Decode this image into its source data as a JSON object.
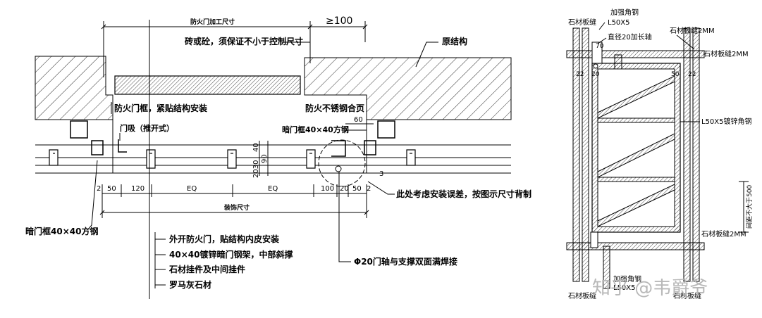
{
  "left_plan": {
    "top_labels": {
      "fire_door_size": "防火门加工尺寸",
      "min_100": "≥100",
      "masonry_note": "砖或砼，须保证不小于控制尺寸",
      "original_structure": "原结构"
    },
    "mid_labels": {
      "door_frame_note": "防火门框，紧贴结构安装",
      "stainless_hinge": "防火不锈钢合页",
      "door_stop": "门吸（推开式）",
      "concealed_frame_right": "暗门框40×40方钢",
      "dim_60": "60",
      "dim_3": "3"
    },
    "vertical_dims": [
      "2030",
      "40",
      "90"
    ],
    "bottom_dims": [
      "2",
      "50",
      "120",
      "EQ",
      "EQ",
      "100",
      "20",
      "50",
      "2"
    ],
    "overall_dim": "装饰尺寸",
    "tolerance_note": "此处考虑安装误差，按图示尺寸背制",
    "concealed_frame_left": "暗门框40×40方钢",
    "legend_items": [
      "外开防火门，贴结构内皮安装",
      "40×40镀锌暗门钢架，中部斜撑",
      "石材挂件及中间挂件",
      "罗马灰石材"
    ],
    "pivot_note": "Φ20门轴与支撑双面满焊接"
  },
  "right_elevation": {
    "reinforce_angle": "加强角钢",
    "angle_size": "L50X5",
    "stone_joint_top_left": "石材板缝",
    "stone_joint_2mm_top": "石材板缝2MM",
    "dia20_axis": "直径20加长轴",
    "dim_70": "70",
    "stone_joint_2mm_mid": "石材板缝2MM",
    "dims_22": [
      "22",
      "22"
    ],
    "dim_20": "20",
    "dim_50": "50",
    "galvanized_angle": "L50X5镀锌角钢",
    "spacing_note": "间距不大于500",
    "stone_joint_2mm_bottom": "石材板缝2MM",
    "bottom_reinforce": "加强角钢",
    "bottom_size": "L50X5",
    "stone_joint_bottom_left": "石材板缝",
    "stone_joint_bottom_right": "石材板缝"
  },
  "watermark": "知乎 @韦爵爷"
}
